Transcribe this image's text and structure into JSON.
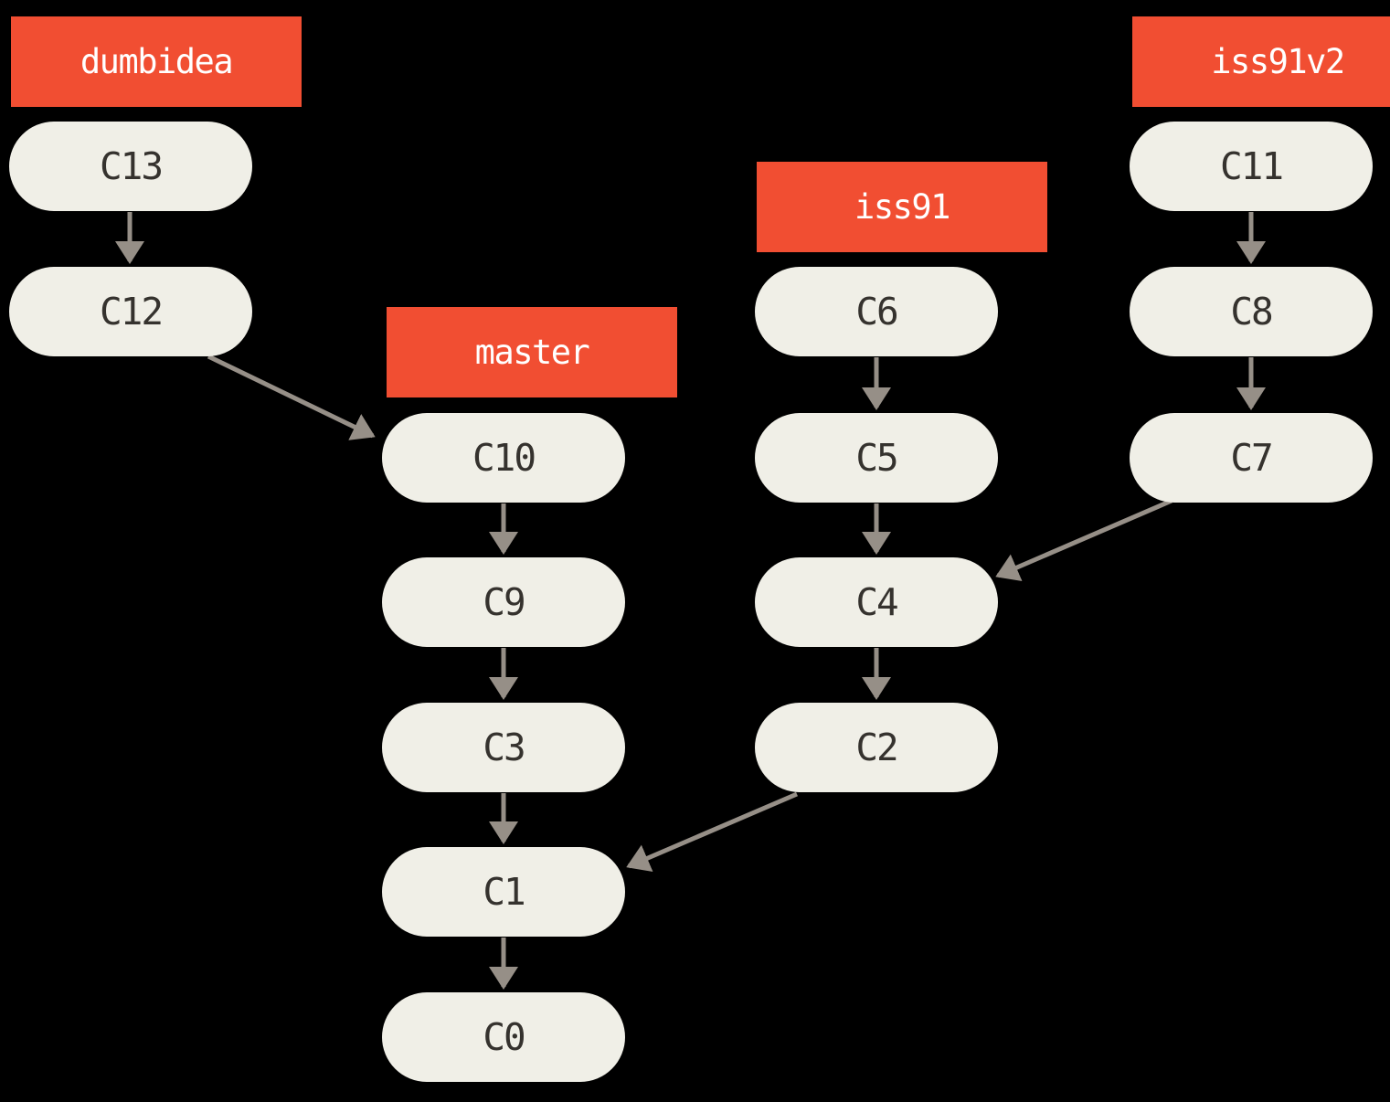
{
  "colors": {
    "background": "#000000",
    "branch_label_bg": "#f14e32",
    "branch_label_text": "#ffffff",
    "commit_fill": "#f0efe7",
    "commit_text": "#35322e",
    "arrow": "#968f87"
  },
  "branches": [
    {
      "name": "dumbidea",
      "head": "C13"
    },
    {
      "name": "master",
      "head": "C10"
    },
    {
      "name": "iss91",
      "head": "C6"
    },
    {
      "name": "iss91v2",
      "head": "C11"
    }
  ],
  "commits": {
    "c0": "C0",
    "c1": "C1",
    "c2": "C2",
    "c3": "C3",
    "c4": "C4",
    "c5": "C5",
    "c6": "C6",
    "c7": "C7",
    "c8": "C8",
    "c9": "C9",
    "c10": "C10",
    "c11": "C11",
    "c12": "C12",
    "c13": "C13"
  },
  "edges": [
    {
      "from": "C13",
      "to": "C12"
    },
    {
      "from": "C12",
      "to": "C10"
    },
    {
      "from": "C10",
      "to": "C9"
    },
    {
      "from": "C9",
      "to": "C3"
    },
    {
      "from": "C3",
      "to": "C1"
    },
    {
      "from": "C1",
      "to": "C0"
    },
    {
      "from": "C6",
      "to": "C5"
    },
    {
      "from": "C5",
      "to": "C4"
    },
    {
      "from": "C4",
      "to": "C2"
    },
    {
      "from": "C2",
      "to": "C1"
    },
    {
      "from": "C11",
      "to": "C8"
    },
    {
      "from": "C8",
      "to": "C7"
    },
    {
      "from": "C7",
      "to": "C4"
    }
  ]
}
